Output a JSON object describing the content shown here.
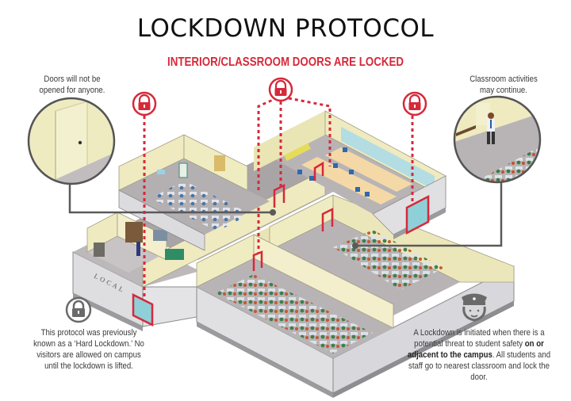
{
  "header": {
    "title": "LOCKDOWN PROTOCOL",
    "subtitle": "INTERIOR/CLASSROOM DOORS ARE LOCKED"
  },
  "callouts": {
    "doors": {
      "text_line1": "Doors will not be",
      "text_line2": "opened for anyone."
    },
    "classroom": {
      "text_line1": "Classroom activities",
      "text_line2": "may continue."
    }
  },
  "notes": {
    "history": {
      "icon": "padlock-icon",
      "lines": [
        "This protocol was previously",
        "known as a ‘Hard Lockdown.’ No",
        "visitors are allowed on campus",
        "until the lockdown is lifted."
      ]
    },
    "definition": {
      "icon": "police-officer-icon",
      "line1": "A Lockdown is initiated when there is a",
      "line2_pre": "potential threat to student safety ",
      "line2_bold": "on or",
      "line3_bold": "adjacent to the campus",
      "line3_post": ". All students and",
      "line4": "staff go to nearest classroom and lock the door."
    }
  },
  "building": {
    "sign_text": "LOCAL",
    "lock_markers": 3
  },
  "colors": {
    "accent_red": "#d6293a",
    "wall_cream": "#f1edc4",
    "floor_gray": "#b9b5b6",
    "exterior_wall": "#e3e3e5",
    "callout_line": "#555555"
  }
}
